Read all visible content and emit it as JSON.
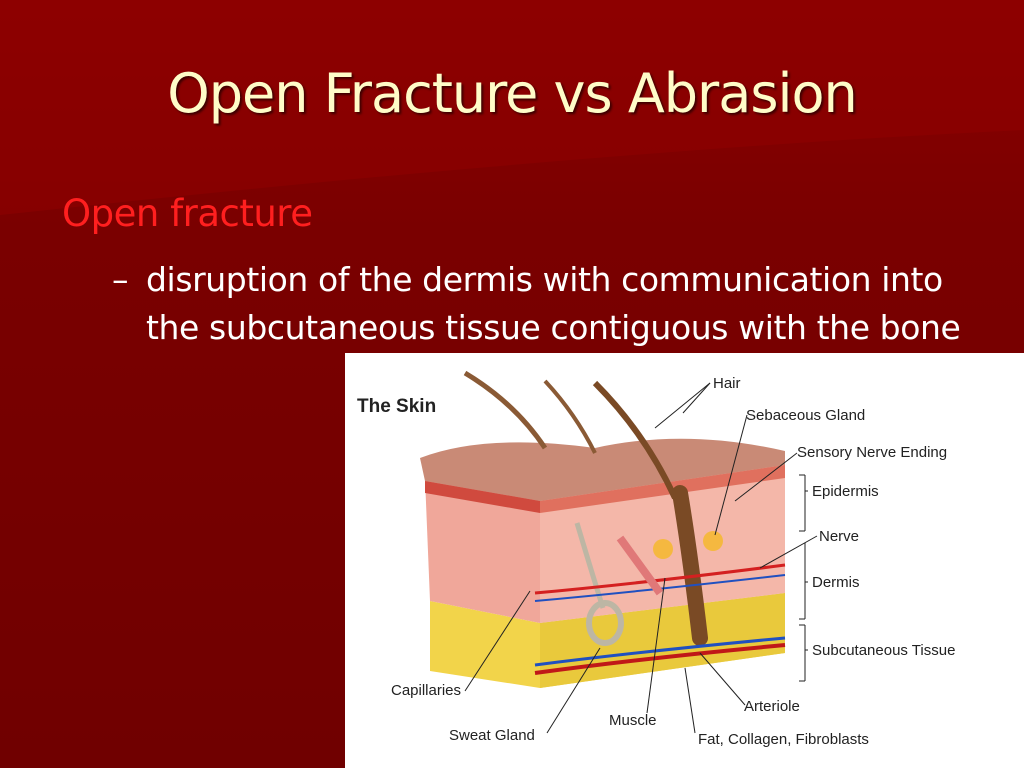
{
  "slide": {
    "title": "Open Fracture vs Abrasion",
    "bullet_level1": "Open fracture",
    "bullet_level2_marker": "–",
    "bullet_level2": "disruption of the dermis with communication into the subcutaneous tissue contiguous with the bone"
  },
  "figure": {
    "title": "The Skin",
    "labels": {
      "hair": "Hair",
      "sebaceous_gland": "Sebaceous Gland",
      "sensory_nerve_ending": "Sensory Nerve Ending",
      "epidermis": "Epidermis",
      "nerve": "Nerve",
      "dermis": "Dermis",
      "subcutaneous_tissue": "Subcutaneous Tissue",
      "capillaries": "Capillaries",
      "arteriole": "Arteriole",
      "muscle": "Muscle",
      "sweat_gland": "Sweat Gland",
      "fat_collagen_fibroblasts": "Fat, Collagen, Fibroblasts"
    }
  },
  "colors": {
    "background": "#7a0000",
    "title_text": "#fffcc8",
    "bullet1_text": "#ff1f1f",
    "bullet2_text": "#ffffff"
  }
}
